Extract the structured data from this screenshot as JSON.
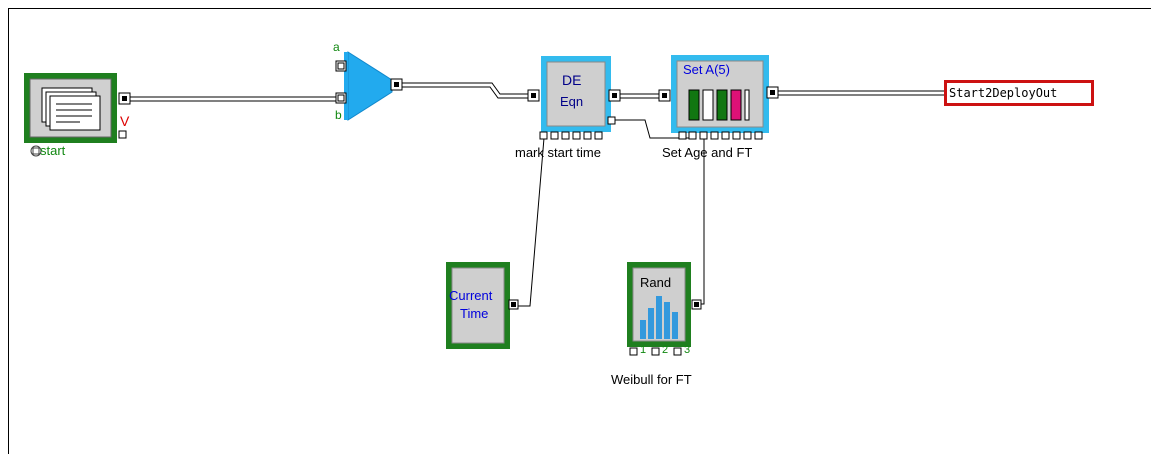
{
  "blocks": {
    "start": {
      "label": "start",
      "connector": "V"
    },
    "combine": {
      "input_a": "a",
      "input_b": "b"
    },
    "equation": {
      "line1": "DE",
      "line2": "Eqn",
      "caption": "mark start time"
    },
    "set_attrib": {
      "title": "Set A(5)",
      "caption": "Set Age and FT"
    },
    "current_time": {
      "line1": "Current",
      "line2": "Time"
    },
    "random": {
      "title": "Rand",
      "caption": "Weibull for FT",
      "ports": [
        "1",
        "2",
        "3"
      ]
    },
    "output": {
      "label": "Start2DeployOut"
    }
  },
  "colors": {
    "block_green": "#1f7f1f",
    "block_cyan": "#33bbee",
    "text_green": "#118811",
    "text_blue": "#0000dd",
    "output_red": "#cc1111"
  }
}
